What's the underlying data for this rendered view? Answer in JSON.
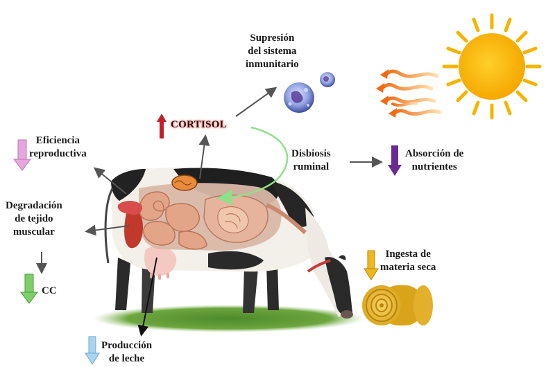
{
  "labels": {
    "immune": [
      "Supresión",
      "del sistema",
      "inmunitario"
    ],
    "cortisol": "CORTISOL",
    "reproductive": [
      "Eficiencia",
      "reproductiva"
    ],
    "dysbiosis": [
      "Disbiosis",
      "ruminal"
    ],
    "absorption": [
      "Absorción de",
      "nutrientes"
    ],
    "muscle": [
      "Degradación",
      "de tejido",
      "muscular"
    ],
    "body_condition": "CC",
    "dry_matter": [
      "Ingesta de",
      "materia seca"
    ],
    "milk": [
      "Producción",
      "de leche"
    ]
  },
  "indicators": {
    "cortisol": {
      "direction": "up",
      "color": "#c0202a"
    },
    "reproductive": {
      "direction": "down",
      "color": "#e8a6e0"
    },
    "absorption": {
      "direction": "down",
      "color": "#6a2c94"
    },
    "body_condition": {
      "direction": "down",
      "color": "#7ecf6a"
    },
    "dry_matter": {
      "direction": "down",
      "color": "#f0b820"
    },
    "milk": {
      "direction": "down",
      "color": "#a8d4ee"
    }
  }
}
